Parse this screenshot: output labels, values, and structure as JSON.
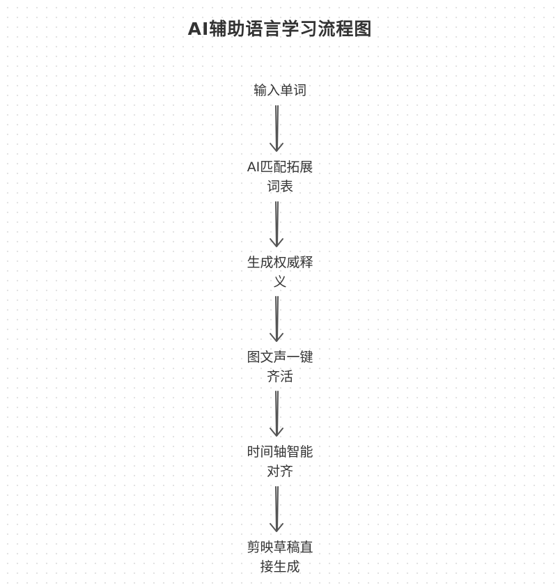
{
  "title": "AI辅助语言学习流程图",
  "colors": {
    "text": "#333333",
    "edge": "#555555",
    "grid_dot": "#e1e1e1"
  },
  "nodes": [
    {
      "id": "n1",
      "lines": [
        "输入单词"
      ]
    },
    {
      "id": "n2",
      "lines": [
        "AI匹配拓展",
        "词表"
      ]
    },
    {
      "id": "n3",
      "lines": [
        "生成权威释",
        "义"
      ]
    },
    {
      "id": "n4",
      "lines": [
        "图文声一键",
        "齐活"
      ]
    },
    {
      "id": "n5",
      "lines": [
        "时间轴智能",
        "对齐"
      ]
    },
    {
      "id": "n6",
      "lines": [
        "剪映草稿直",
        "接生成"
      ]
    }
  ],
  "edges": [
    {
      "from": "n1",
      "to": "n2"
    },
    {
      "from": "n2",
      "to": "n3"
    },
    {
      "from": "n3",
      "to": "n4"
    },
    {
      "from": "n4",
      "to": "n5"
    },
    {
      "from": "n5",
      "to": "n6"
    }
  ]
}
